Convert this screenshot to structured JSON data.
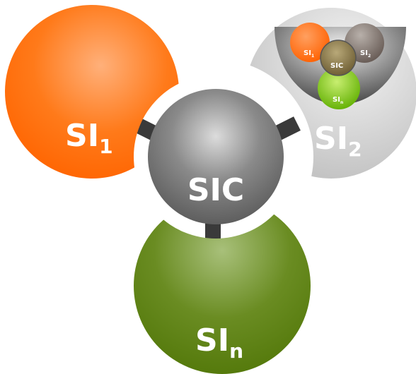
{
  "nodes": {
    "si1": {
      "base": "SI",
      "sub": "1",
      "color": "#ff6a00"
    },
    "si2": {
      "base": "SI",
      "sub": "2",
      "color": "#c6c6c6"
    },
    "sin": {
      "base": "SI",
      "sub": "n",
      "color": "#5a7e0e"
    },
    "sic": {
      "label": "SIC",
      "color": "#7a7a7a"
    }
  },
  "inset": {
    "si1": {
      "base": "SI",
      "sub": "1"
    },
    "si2": {
      "base": "SI",
      "sub": "2"
    },
    "sin": {
      "base": "SI",
      "sub": "n"
    },
    "sic": {
      "label": "SIC"
    }
  },
  "colors": {
    "connector": "#3a3a3a",
    "inset_bowl": "#5a5a5a",
    "inset_sic": "#7a6a40",
    "inset_si2": "#7a6e68",
    "inset_sin": "#76c016"
  }
}
